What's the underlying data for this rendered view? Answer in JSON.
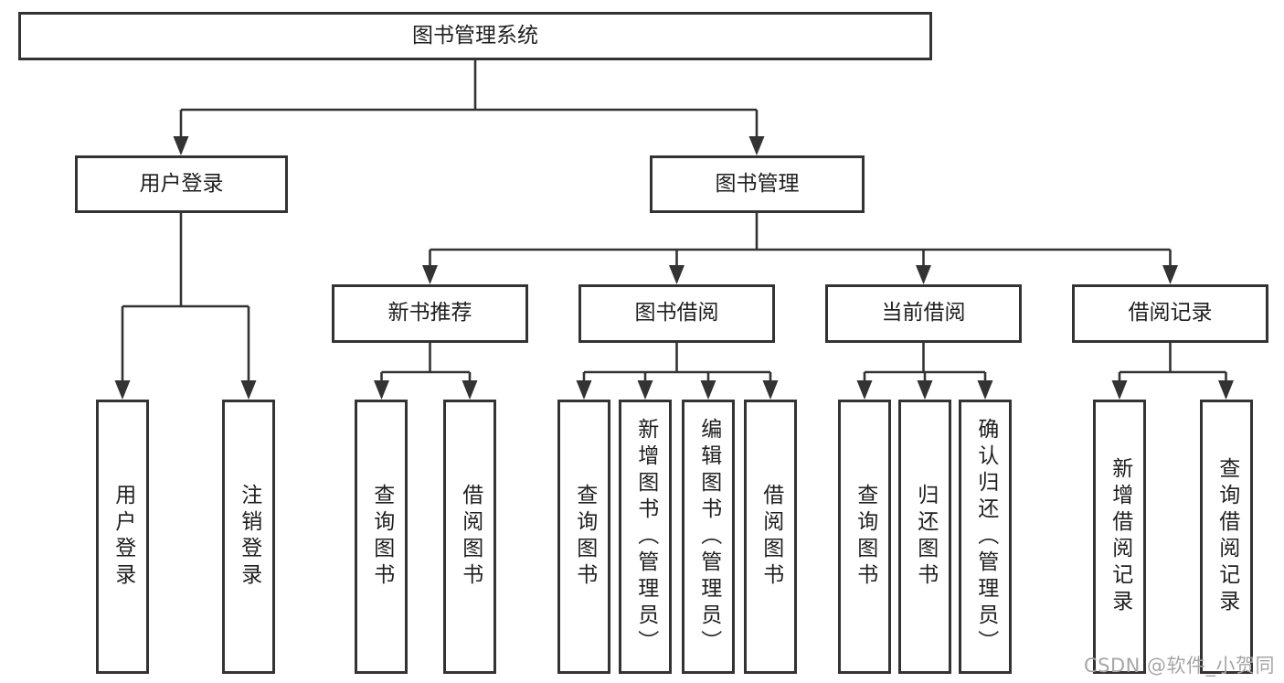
{
  "diagram": {
    "root": {
      "label": "图书管理系统"
    },
    "level2": {
      "user_login": {
        "label": "用户登录"
      },
      "book_management": {
        "label": "图书管理"
      }
    },
    "level3": {
      "new_book_recommend": {
        "label": "新书推荐"
      },
      "book_borrow": {
        "label": "图书借阅"
      },
      "current_borrow": {
        "label": "当前借阅"
      },
      "borrow_records": {
        "label": "借阅记录"
      }
    },
    "leaves": {
      "user_login_leaf": {
        "label": "用户登录"
      },
      "logout": {
        "label": "注销登录"
      },
      "recommend_query_book": {
        "label": "查询图书"
      },
      "recommend_borrow_book": {
        "label": "借阅图书"
      },
      "borrow_query_book": {
        "label": "查询图书"
      },
      "borrow_add_book": {
        "label": "新增图书（管理员）"
      },
      "borrow_edit_book": {
        "label": "编辑图书（管理员）"
      },
      "borrow_borrow_book": {
        "label": "借阅图书"
      },
      "current_query_book": {
        "label": "查询图书"
      },
      "current_return_book": {
        "label": "归还图书"
      },
      "current_confirm_return": {
        "label": "确认归还（管理员）"
      },
      "records_add_record": {
        "label": "新增借阅记录"
      },
      "records_query_record": {
        "label": "查询借阅记录"
      }
    }
  },
  "watermark": {
    "text": "CSDN @软件_小贺同学"
  },
  "colors": {
    "line": "#333333",
    "box_border": "#333333",
    "box_fill": "#ffffff",
    "text": "#1f1f1f",
    "watermark": "#a6a6a6",
    "background": "#ffffff"
  }
}
